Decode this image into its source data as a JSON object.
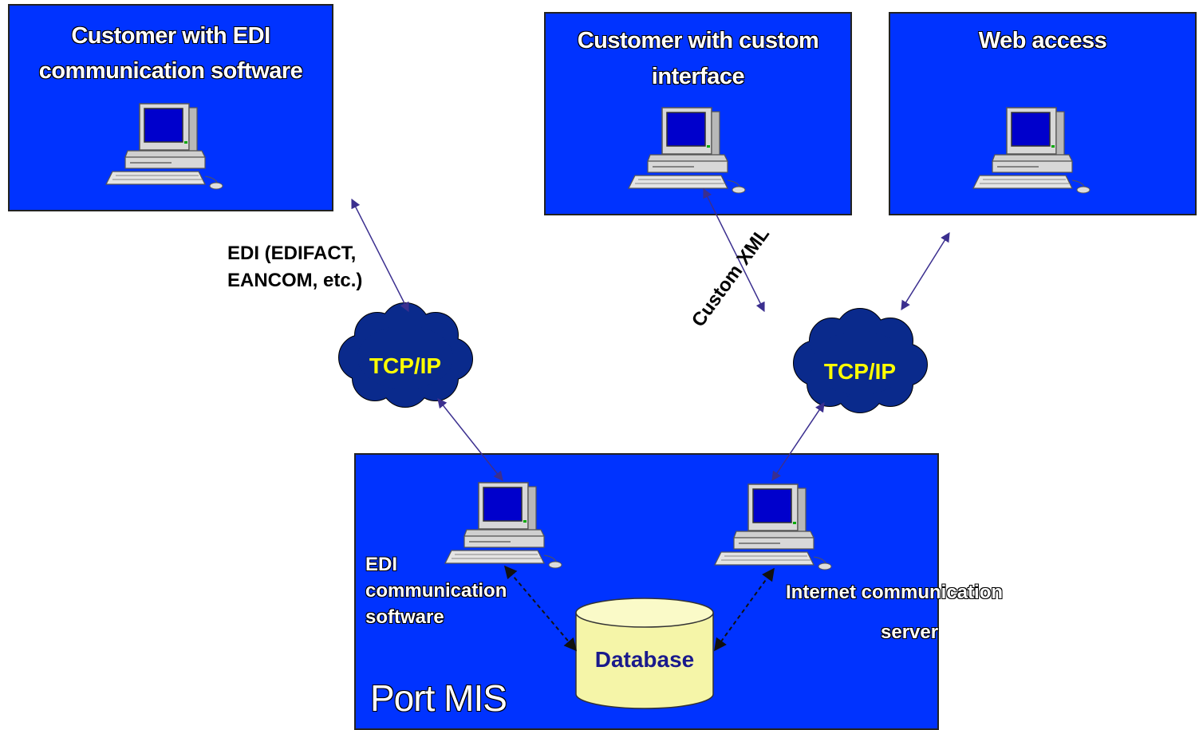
{
  "boxes": {
    "edi_customer": {
      "title_line1": "Customer with EDI",
      "title_line2": "communication software"
    },
    "custom_customer": {
      "title_line1": "Customer with custom",
      "title_line2": "interface"
    },
    "web_access": {
      "title": "Web access"
    },
    "port_mis": {
      "title": "Port MIS"
    }
  },
  "labels": {
    "edi_line1": "EDI (EDIFACT,",
    "edi_line2": "EANCOM, etc.)",
    "custom_xml": "Custom XML",
    "edi_software_line1": "EDI",
    "edi_software_line2": "communication",
    "edi_software_line3": "software",
    "internet_line1": "Internet communication",
    "internet_line2": "server"
  },
  "clouds": {
    "left": "TCP/IP",
    "right": "TCP/IP"
  },
  "database": {
    "label": "Database"
  },
  "colors": {
    "box_fill": "#0033ff",
    "cloud_fill": "#0a2a8c",
    "cloud_text": "#ffff00",
    "database_fill": "#f5f5a8",
    "database_text": "#1a1a8c",
    "arrow": "#3b2f8f"
  },
  "icons": [
    "desktop-computer-icon"
  ]
}
